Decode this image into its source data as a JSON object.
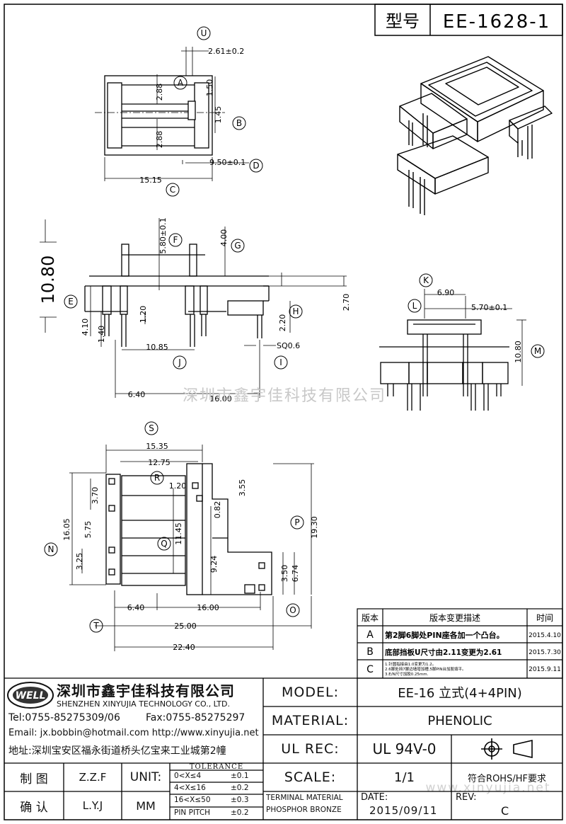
{
  "header": {
    "type_label": "型号",
    "model_code": "EE-1628-1"
  },
  "dims": {
    "top": {
      "d261": "2.61±0.2",
      "d288a": "2.88",
      "d150": "1.50",
      "d145": "1.45",
      "d288b": "2.88",
      "d950": "9.50±0.1",
      "d1515": "15.15"
    },
    "front": {
      "d1080": "10.80",
      "d580": "5.80±0.1",
      "d400": "4.00",
      "d270": "2.70",
      "d410": "4.10",
      "d140": "1.40",
      "d120": "1.20",
      "d220": "2.20",
      "d1085": "10.85",
      "dsq": "SQ0.6",
      "d640": "6.40",
      "d1600": "16.00"
    },
    "side": {
      "d690": "6.90",
      "d570": "5.70±0.1",
      "d1080": "10.80"
    },
    "bottom": {
      "d1535": "15.35",
      "d1275": "12.75",
      "d120": "1.20",
      "d355": "3.55",
      "d370": "3.70",
      "d082": "0.82",
      "d1605": "16.05",
      "d575": "5.75",
      "d1145": "11.45",
      "d1930": "19.30",
      "d325": "3.25",
      "d924": "9.24",
      "d350": "3.50",
      "d674": "6.74",
      "d640": "6.40",
      "d1600": "16.00",
      "d2500": "25.00",
      "d2240": "22.40"
    }
  },
  "callouts": {
    "U": "U",
    "A": "A",
    "B": "B",
    "C": "C",
    "D": "D",
    "E": "E",
    "F": "F",
    "G": "G",
    "H": "H",
    "I": "I",
    "J": "J",
    "K": "K",
    "L": "L",
    "M": "M",
    "N": "N",
    "O": "O",
    "P": "P",
    "Q": "Q",
    "R": "R",
    "S": "S",
    "T": "T"
  },
  "watermark": "深圳市鑫宇佳科技有限公司",
  "watermark_url": "www.xinyujia.net",
  "revisions": {
    "headers": {
      "version": "版本",
      "description": "版本变更描述",
      "date": "时间"
    },
    "rows": [
      {
        "version": "A",
        "description": "第2脚6脚处PIN座各加一个凸台。",
        "date": "2015.4.10"
      },
      {
        "version": "B",
        "description": "底部挡板U尺寸由2.11变更为2.61",
        "date": "2015.7.30"
      },
      {
        "version": "C",
        "description_lines": [
          "1.针圆指接由1.0变更为1.2。",
          "2.6脚处挡7脚边墙增加槽,5脚PIN台加胶填平。",
          "3.E/N尺寸加胶0.25mm."
        ],
        "date": "2015.9.11"
      }
    ]
  },
  "company": {
    "logo_text": "WELL",
    "name_cn": "深圳市鑫宇佳科技有限公司",
    "name_en": "SHENZHEN XINYUJIA TECHNOLOGY CO., LTD.",
    "tel": "Tel:0755-85275309/06",
    "fax": "Fax:0755-85275297",
    "email": "Email: jx.bobbin@hotmail.com http://www.xinyujia.net",
    "address": "地址:深圳宝安区福永街道桥头亿宝来工业城第2幢"
  },
  "info": {
    "model_label": "MODEL:",
    "model_value": "EE-16 立式(4+4PIN)",
    "material_label": "MATERIAL:",
    "material_value": "PHENOLIC",
    "ulrec_label": "UL REC:",
    "ulrec_value": "UL 94V-0",
    "scale_label": "SCALE:",
    "scale_value": "1/1",
    "rohs": "符合ROHS/HF要求",
    "terminal_label_1": "TERMINAL MATERIAL",
    "terminal_label_2": "PHOSPHOR BRONZE",
    "date_label": "DATE:",
    "date_value": "2015/09/11",
    "rev_label": "REV:",
    "rev_value": "C"
  },
  "signoff": {
    "draw_label": "制 图",
    "draw_value": "Z.Z.F",
    "check_label": "确 认",
    "check_value": "L.Y.J",
    "unit_label": "UNIT:",
    "unit_value": "MM"
  },
  "tolerance": {
    "title": "TOLERANCE",
    "rows": [
      {
        "range": "0<X≤4",
        "value": "±0.1"
      },
      {
        "range": "4<X≤16",
        "value": "±0.2"
      },
      {
        "range": "16<X≤50",
        "value": "±0.3"
      },
      {
        "range": "PIN PITCH",
        "value": "±0.2"
      }
    ]
  }
}
